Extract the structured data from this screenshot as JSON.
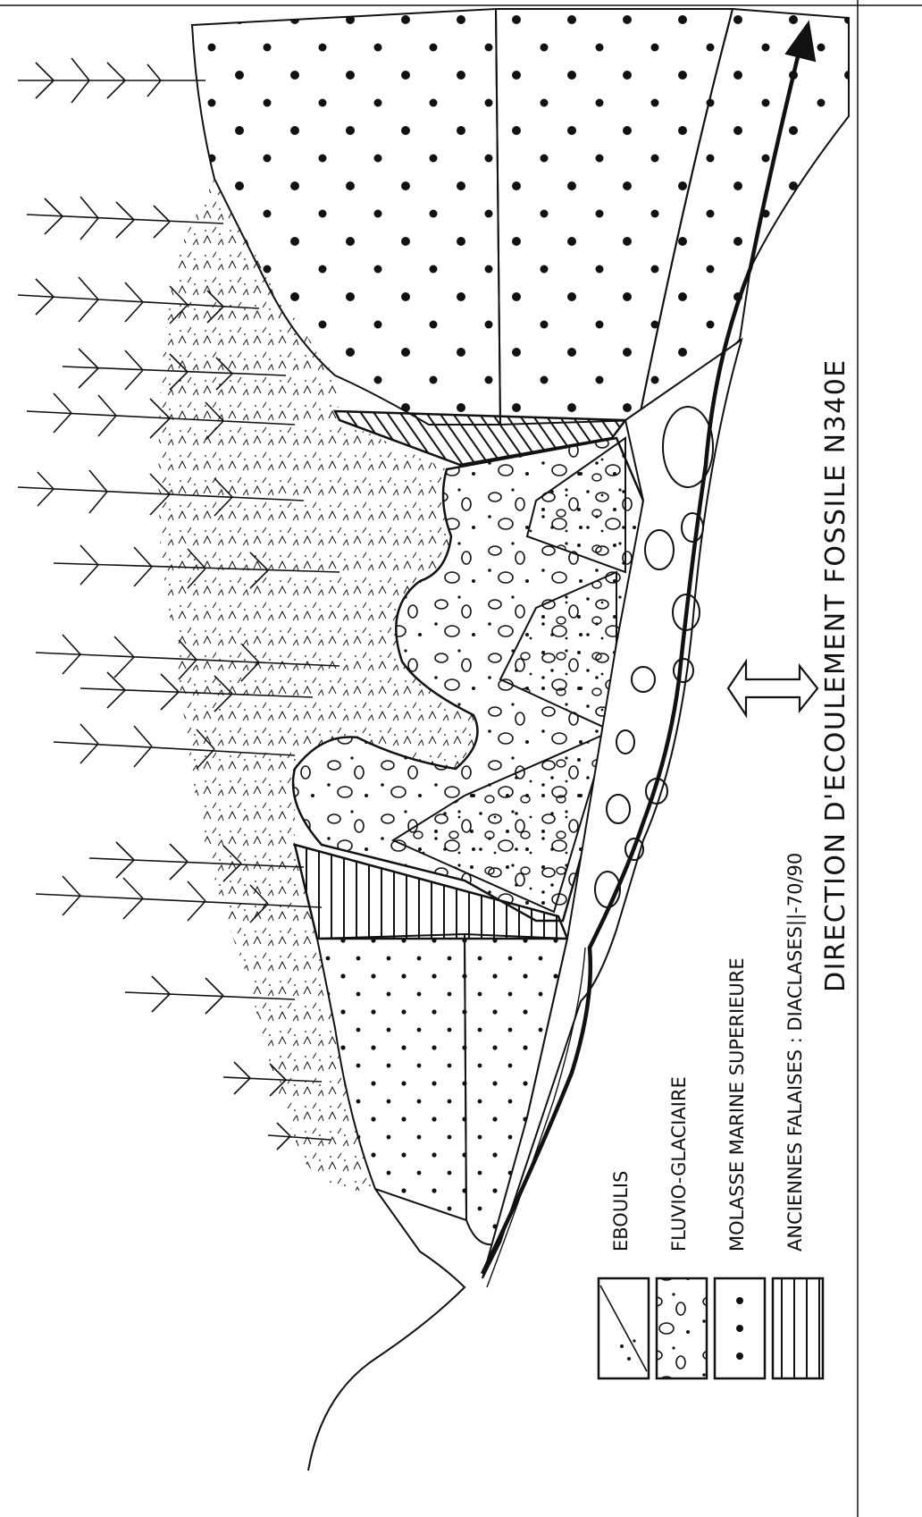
{
  "legend": {
    "items": [
      {
        "key": "eboulis",
        "label": "EBOULIS"
      },
      {
        "key": "fluvio",
        "label": "FLUVIO-GLACIAIRE"
      },
      {
        "key": "molasse",
        "label": "MOLASSE MARINE SUPERIEURE"
      },
      {
        "key": "falaises",
        "label": "ANCIENNES FALAISES : DIACLASES||-70/90"
      }
    ]
  },
  "direction": {
    "label": "DIRECTION D'ECOULEMENT FOSSILE N340E"
  },
  "colors": {
    "ink": "#111111",
    "paper": "#ffffff"
  }
}
